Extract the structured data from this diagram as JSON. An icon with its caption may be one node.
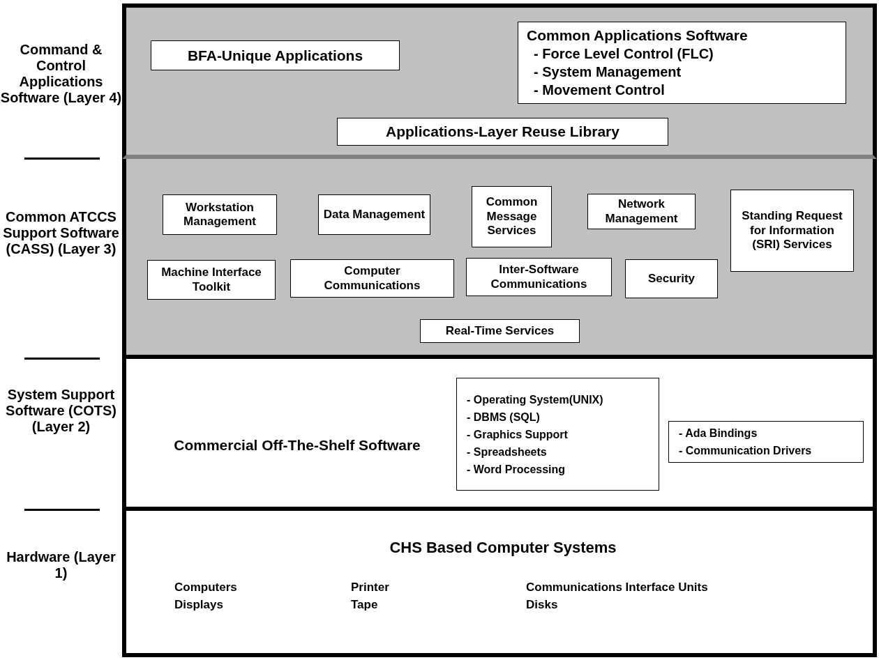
{
  "diagram": {
    "nodes": [
      {
        "text": [
          "Command & Control Applications Software (Layer 4)"
        ]
      },
      {
        "text": [
          "BFA-Unique Applications"
        ],
        "in": 0
      },
      {
        "text": [
          "Common Applications Software",
          "- Force Level Control (FLC)",
          "- System Management",
          "- Movement Control"
        ],
        "in": 0
      },
      {
        "text": [
          "Applications-Layer Reuse Library"
        ],
        "in": 0
      },
      {
        "text": [
          "Common ATCCS Support Software (CASS) (Layer 3)"
        ]
      },
      {
        "text": [
          "Workstation Management"
        ],
        "in": 4
      },
      {
        "text": [
          "Data Management"
        ],
        "in": 4
      },
      {
        "text": [
          "Common Message Services"
        ],
        "in": 4
      },
      {
        "text": [
          "Network Management"
        ],
        "in": 4
      },
      {
        "text": [
          "Standing Request for Information (SRI) Services"
        ],
        "in": 4
      },
      {
        "text": [
          "Machine Interface Toolkit"
        ],
        "in": 4
      },
      {
        "text": [
          "Computer Communications"
        ],
        "in": 4
      },
      {
        "text": [
          "Inter-Software Communications"
        ],
        "in": 4
      },
      {
        "text": [
          "Security"
        ],
        "in": 4
      },
      {
        "text": [
          "Real-Time Services"
        ],
        "in": 4
      },
      {
        "text": [
          "System Support Software (COTS) (Layer 2)",
          "Commercial Off-The-Shelf Software"
        ]
      },
      {
        "text": [
          "- Operating System(UNIX)",
          "- DBMS (SQL)",
          "- Graphics Support",
          "- Spreadsheets",
          "- Word Processing"
        ],
        "in": 15
      },
      {
        "text": [
          "- Ada Bindings",
          "- Communication Drivers"
        ],
        "in": 15
      },
      {
        "text": [
          "Hardware (Layer 1)",
          "CHS Based Computer Systems",
          "Computers",
          "Displays",
          "Printer",
          "Tape",
          "Communications Interface Units",
          "Disks"
        ]
      }
    ],
    "edges": []
  }
}
